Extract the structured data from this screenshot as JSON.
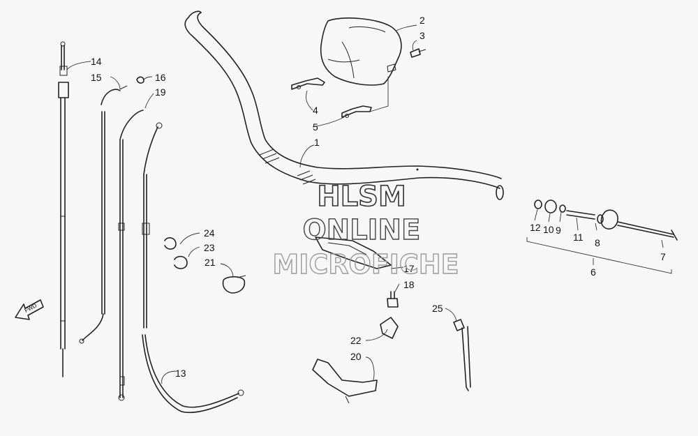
{
  "diagram": {
    "parts": [
      {
        "id": "1",
        "text": "1"
      },
      {
        "id": "2",
        "text": "2"
      },
      {
        "id": "3",
        "text": "3"
      },
      {
        "id": "4",
        "text": "4"
      },
      {
        "id": "5",
        "text": "5"
      },
      {
        "id": "6",
        "text": "6"
      },
      {
        "id": "7",
        "text": "7"
      },
      {
        "id": "8",
        "text": "8"
      },
      {
        "id": "9",
        "text": "9"
      },
      {
        "id": "10",
        "text": "10"
      },
      {
        "id": "11",
        "text": "11"
      },
      {
        "id": "12",
        "text": "12"
      },
      {
        "id": "13",
        "text": "13"
      },
      {
        "id": "14",
        "text": "14"
      },
      {
        "id": "15",
        "text": "15"
      },
      {
        "id": "16",
        "text": "16"
      },
      {
        "id": "17",
        "text": "17"
      },
      {
        "id": "18",
        "text": "18"
      },
      {
        "id": "19",
        "text": "19"
      },
      {
        "id": "20",
        "text": "20"
      },
      {
        "id": "21",
        "text": "21"
      },
      {
        "id": "22",
        "text": "22"
      },
      {
        "id": "23",
        "text": "23"
      },
      {
        "id": "24",
        "text": "24"
      },
      {
        "id": "25",
        "text": "25"
      }
    ],
    "fwd_label": "FWD"
  },
  "watermark": {
    "line1": "HLSM",
    "line2": "ONLINE",
    "line3": "MICROFICHE"
  },
  "colors": {
    "background": "#f7f7f7",
    "ink": "#222222",
    "watermark_dark": "#333333",
    "watermark_light": "#9a9a9a"
  }
}
